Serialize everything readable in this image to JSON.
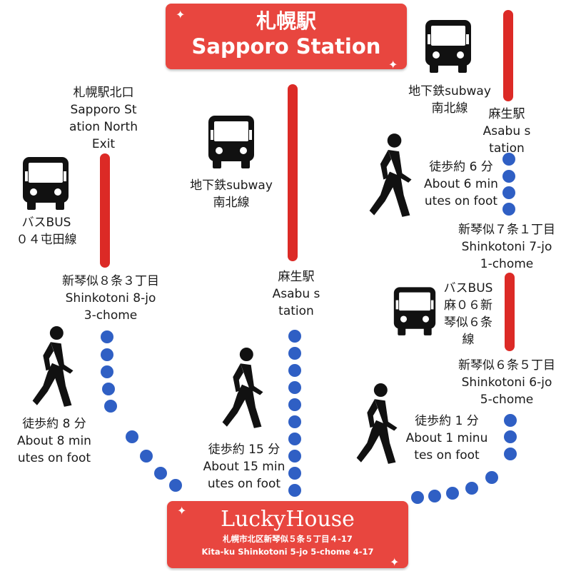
{
  "colors": {
    "accent_red": "#e8463f",
    "rail_red": "#dc2a26",
    "dot_blue": "#2f5fc4",
    "icon_black": "#111111"
  },
  "header": {
    "title_ja": "札幌駅",
    "title_en": "Sapporo Station"
  },
  "left_route": {
    "start": "札幌駅北口\nSapporo St\nation North\nExit",
    "transport": "バスBUS\n０４屯田線",
    "transfer": "新琴似８条３丁目\nShinkotoni 8-jo\n3-chome",
    "walk": "徒歩約 8 分\nAbout 8 min\nutes on foot"
  },
  "middle_route": {
    "transport": "地下鉄subway\n南北線",
    "transfer": "麻生駅\nAsabu s\ntation",
    "walk": "徒歩約 15 分\nAbout 15 min\nutes on foot"
  },
  "right_route": {
    "transport": "地下鉄subway\n南北線",
    "transfer1": "麻生駅\nAsabu s\ntation",
    "walk1": "徒歩約 6 分\nAbout 6 min\nutes on foot",
    "stop1": "新琴似７条１丁目\nShinkotoni 7-jo\n1-chome",
    "bus": "バスBUS\n麻０６新\n琴似６条\n線",
    "stop2": "新琴似６条５丁目\nShinkotoni 6-jo\n5-chome",
    "walk2": "徒歩約 1 分\nAbout 1 minu\ntes on foot"
  },
  "destination": {
    "name": "LuckyHouse",
    "address_ja": "札幌市北区新琴似５条５丁目４-17",
    "address_en": "Kita-ku Shinkotoni 5-jo 5-chome 4-17"
  },
  "icons": [
    "bus-icon",
    "walking-person-icon",
    "sparkle-icon"
  ]
}
